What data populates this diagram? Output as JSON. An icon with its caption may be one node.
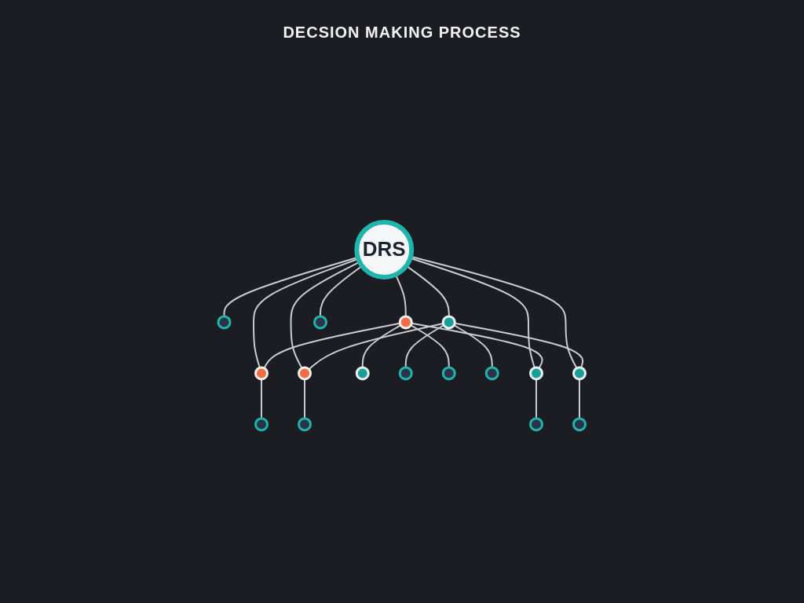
{
  "diagram": {
    "title": "DECSION MAKING PROCESS",
    "nodes": [
      {
        "text": [
          "DRS"
        ]
      },
      {
        "text": [],
        "shape": "circle"
      },
      {
        "text": [],
        "shape": "circle"
      },
      {
        "text": [],
        "shape": "circle"
      },
      {
        "text": [],
        "shape": "circle"
      },
      {
        "text": [],
        "shape": "circle"
      },
      {
        "text": [],
        "shape": "circle"
      },
      {
        "text": [],
        "shape": "circle"
      },
      {
        "text": [],
        "shape": "circle"
      },
      {
        "text": [],
        "shape": "circle"
      },
      {
        "text": [],
        "shape": "circle"
      },
      {
        "text": [],
        "shape": "circle"
      },
      {
        "text": [],
        "shape": "circle"
      },
      {
        "text": [],
        "shape": "circle"
      },
      {
        "text": [],
        "shape": "circle"
      },
      {
        "text": [],
        "shape": "circle"
      },
      {
        "text": [],
        "shape": "circle"
      }
    ],
    "edges": [
      {
        "from": 0,
        "to": 2,
        "arrow": "none"
      },
      {
        "from": 0,
        "to": 4,
        "arrow": "none"
      },
      {
        "from": 0,
        "to": 5,
        "arrow": "none"
      },
      {
        "from": 0,
        "to": 9,
        "arrow": "none"
      },
      {
        "from": 0,
        "to": 10,
        "arrow": "none"
      },
      {
        "from": 0,
        "to": 14,
        "arrow": "none"
      },
      {
        "from": 0,
        "to": 15,
        "arrow": "none"
      },
      {
        "from": 0,
        "to": 16,
        "arrow": "none"
      },
      {
        "from": 4,
        "to": 1,
        "arrow": "none"
      },
      {
        "from": 5,
        "to": 3,
        "arrow": "none"
      },
      {
        "from": 9,
        "to": 6,
        "arrow": "none"
      },
      {
        "from": 10,
        "to": 7,
        "arrow": "none"
      },
      {
        "from": 9,
        "to": 8,
        "arrow": "none"
      },
      {
        "from": 10,
        "to": 11,
        "arrow": "none"
      },
      {
        "from": 14,
        "to": 12,
        "arrow": "none"
      },
      {
        "from": 15,
        "to": 13,
        "arrow": "none"
      },
      {
        "from": 9,
        "to": 4,
        "arrow": "none"
      },
      {
        "from": 9,
        "to": 14,
        "arrow": "none"
      },
      {
        "from": 10,
        "to": 5,
        "arrow": "none"
      },
      {
        "from": 10,
        "to": 15,
        "arrow": "none"
      }
    ]
  }
}
